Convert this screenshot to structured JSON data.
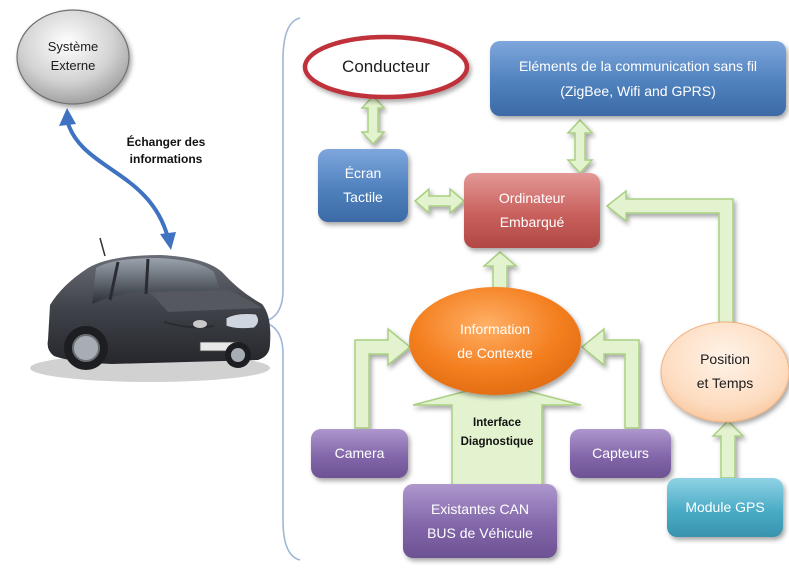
{
  "nodes": {
    "external_system": {
      "line1": "Système",
      "line2": "Externe"
    },
    "driver": {
      "label": "Conducteur"
    },
    "wireless_elements": {
      "line1": "Eléments de la communication sans fil",
      "line2": "(ZigBee, Wifi and GPRS)"
    },
    "touch_screen": {
      "line1": "Écran",
      "line2": "Tactile"
    },
    "onboard_computer": {
      "line1": "Ordinateur",
      "line2": "Embarqué"
    },
    "context_information": {
      "line1": "Information",
      "line2": "de Contexte"
    },
    "position_time": {
      "line1": "Position",
      "line2": "et Temps"
    },
    "camera": {
      "label": "Camera"
    },
    "sensors": {
      "label": "Capteurs"
    },
    "diagnostic_interface": {
      "line1": "Interface",
      "line2": "Diagnostique"
    },
    "can_bus": {
      "line1": "Existantes CAN",
      "line2": "BUS de Véhicule"
    },
    "gps_module": {
      "label": "Module GPS"
    }
  },
  "edge_label": {
    "line1": "Échanger des",
    "line2": "informations"
  },
  "colors": {
    "driver_border": "#c0303a",
    "blue_box": "#4f81bd",
    "red_box": "#c0504d",
    "orange_ellipse": "#f07a1c",
    "peach_ellipse": "#fdd7b4",
    "purple_box": "#8064a2",
    "teal_box": "#4bacc6",
    "green_arrow_fill": "#e4f3cf",
    "green_arrow_stroke": "#a9cf82",
    "blue_arrow": "#3f73c1",
    "brace": "#9fb6d6"
  }
}
